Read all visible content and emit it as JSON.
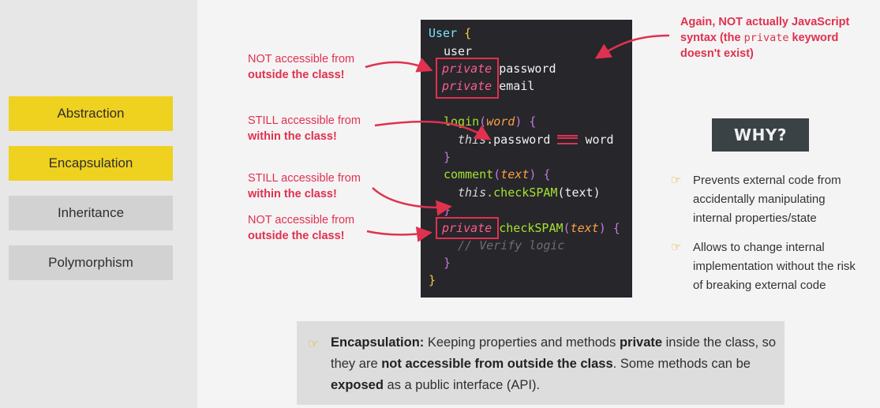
{
  "sidebar": {
    "items": [
      {
        "label": "Abstraction",
        "state": "active"
      },
      {
        "label": "Encapsulation",
        "state": "active"
      },
      {
        "label": "Inheritance",
        "state": "inactive"
      },
      {
        "label": "Polymorphism",
        "state": "inactive"
      }
    ]
  },
  "code": {
    "class_name": "User",
    "open_brace": "{",
    "close_brace": "}",
    "field_user": "user",
    "private_kw": "private",
    "field_password": "password",
    "field_email": "email",
    "login_name": "login",
    "login_param": "word",
    "this_kw": "this",
    "password_ref": ".password",
    "word_ref": "word",
    "comment_name": "comment",
    "comment_param": "text",
    "checkspam_call": ".checkSPAM",
    "text_arg": "(text)",
    "checkspam_name": "checkSPAM",
    "checkspam_param": "text",
    "comment_line": "// Verify logic",
    "paren_open": "(",
    "paren_close": ")"
  },
  "notes": {
    "n1_line1": "NOT accessible from",
    "n1_line2_bold": "outside",
    "n1_line2_rest": " the class!",
    "n2_line1": "STILL accessible from",
    "n2_line2_bold": "within",
    "n2_line2_rest": " the class!",
    "n3_line1": "STILL accessible from",
    "n3_line2_bold": "within",
    "n3_line2_rest": " the class!",
    "n4_line1": "NOT accessible from",
    "n4_line2_bold": "outside",
    "n4_line2_rest": " the class!",
    "top_right_a": "Again, ",
    "top_right_b": "NOT",
    "top_right_c": " actually JavaScript syntax (the ",
    "top_right_mono": "private",
    "top_right_d": " keyword doesn't exist)"
  },
  "why": {
    "label": "WHY?",
    "bullets": [
      "Prevents external code from accidentally manipulating internal properties/state",
      "Allows to change internal implementation without the risk of breaking external code"
    ]
  },
  "summary": {
    "term": "Encapsulation:",
    "t1": " Keeping properties and methods ",
    "b1": "private",
    "t2": " inside the class, so they are ",
    "b2": "not accessible from outside the class",
    "t3": ". Some methods can be ",
    "b3": "exposed",
    "t4": " as a public interface (API)."
  },
  "colors": {
    "accent_red": "#e0314f",
    "active_yellow": "#efd11f",
    "code_bg": "#26262b",
    "hand_icon": "#e7a91c"
  },
  "icons": [
    "pointing-hand-icon",
    "arrow-icon"
  ]
}
